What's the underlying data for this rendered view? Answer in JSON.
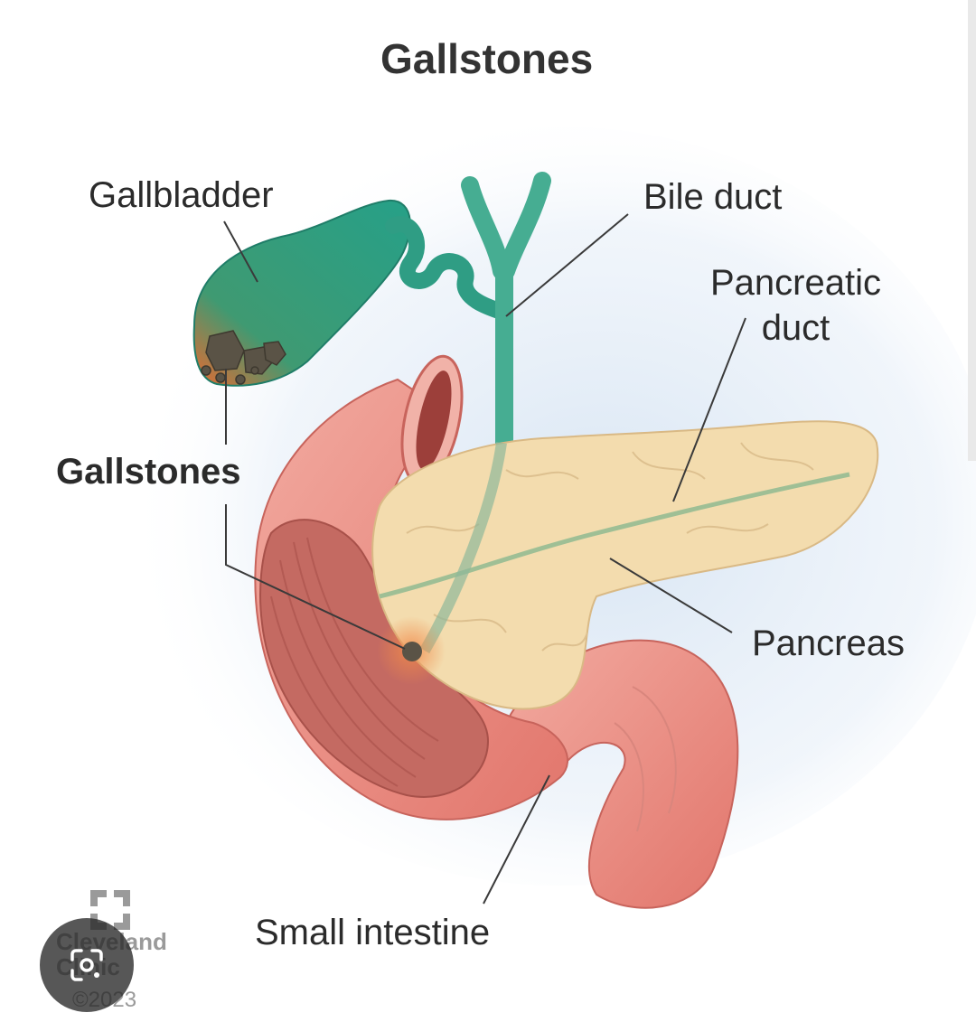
{
  "title": "Gallstones",
  "labels": {
    "gallbladder": "Gallbladder",
    "bile_duct": "Bile duct",
    "pancreatic_duct_line1": "Pancreatic",
    "pancreatic_duct_line2": "duct",
    "gallstones": "Gallstones",
    "pancreas": "Pancreas",
    "small_intestine": "Small intestine"
  },
  "credit": {
    "name": "Cleveland\nClinic",
    "year": "©2023"
  },
  "icons": {
    "logo": "cleveland-clinic-logo-icon",
    "lens": "google-lens-icon"
  },
  "colors": {
    "gallbladder": "#2a9f86",
    "bile_duct": "#43ab8f",
    "pancreas": "#f3dcae",
    "intestine": "#e7837a",
    "intestine_inner": "#c9675f",
    "stones": "#5a5346",
    "text": "#2b2b2b",
    "halo": "#dde8f4"
  }
}
